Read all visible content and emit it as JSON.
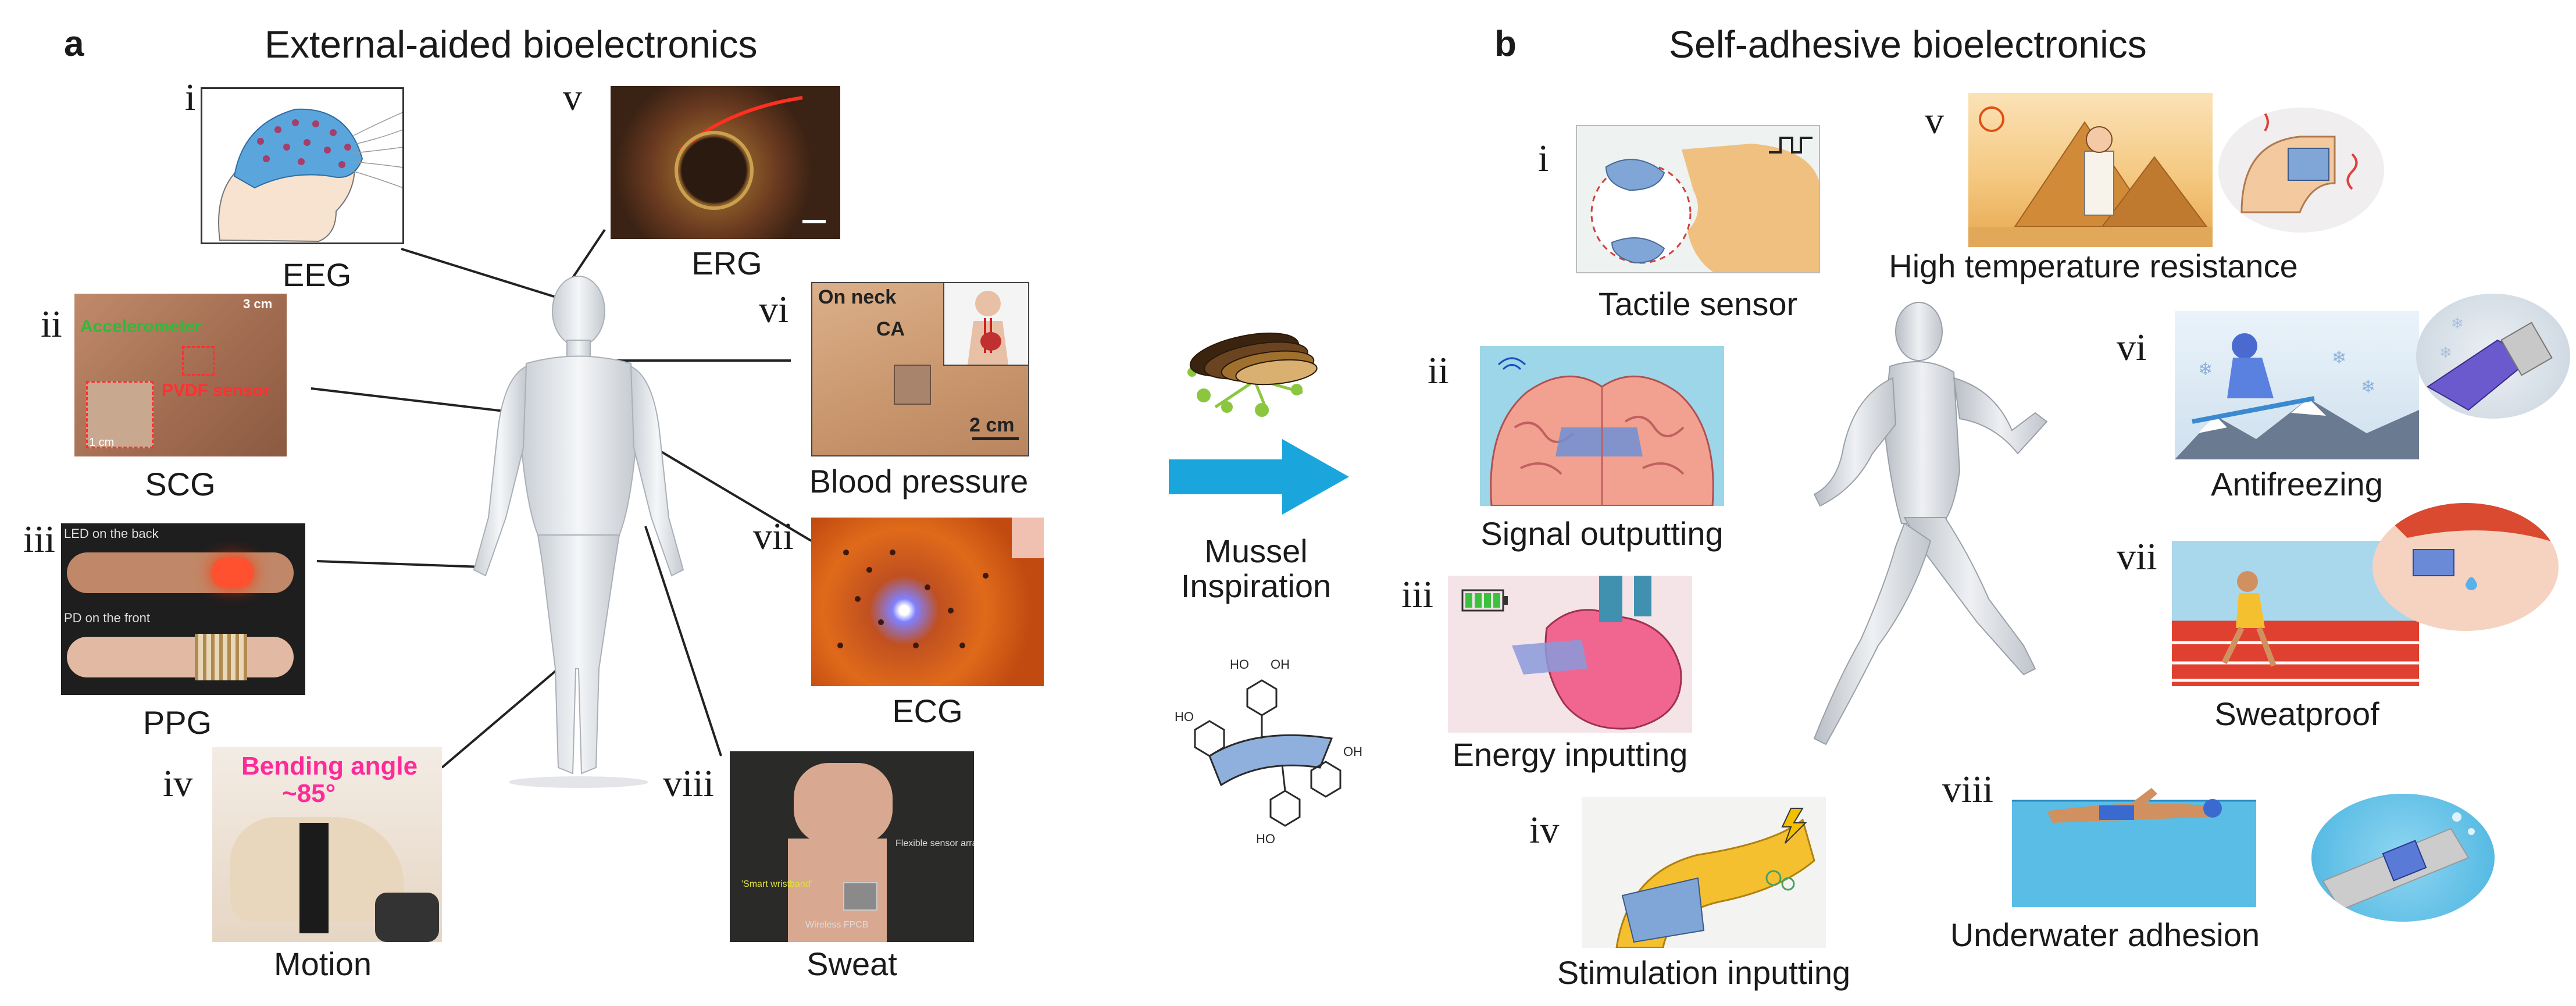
{
  "panel_a": {
    "letter": "a",
    "title": "External-aided bioelectronics",
    "items": [
      {
        "roman": "i",
        "caption": "EEG"
      },
      {
        "roman": "ii",
        "caption": "SCG"
      },
      {
        "roman": "iii",
        "caption": "PPG"
      },
      {
        "roman": "iv",
        "caption": "Motion"
      },
      {
        "roman": "v",
        "caption": "ERG"
      },
      {
        "roman": "vi",
        "caption": "Blood pressure"
      },
      {
        "roman": "vii",
        "caption": "ECG"
      },
      {
        "roman": "viii",
        "caption": "Sweat"
      }
    ],
    "scg_labels": {
      "accelerometer": "Accelerometer",
      "pvdf": "PVDF sensor",
      "scale1": "3 cm",
      "scale2": "1 cm"
    },
    "ppg_labels": {
      "led": "LED on the back",
      "pd": "PD on the front"
    },
    "bp_labels": {
      "neck": "On neck",
      "ca": "CA",
      "scale": "2 cm"
    },
    "motion_labels": {
      "line1": "Bending angle",
      "line2": "~85°"
    },
    "sweat_labels": {
      "a": "Flexible sensor array",
      "b": "'Smart wristband'",
      "c": "Wireless FPCB"
    }
  },
  "center": {
    "caption_line1": "Mussel",
    "caption_line2": "Inspiration"
  },
  "panel_b": {
    "letter": "b",
    "title": "Self-adhesive bioelectronics",
    "items": [
      {
        "roman": "i",
        "caption": "Tactile sensor"
      },
      {
        "roman": "ii",
        "caption": "Signal outputting"
      },
      {
        "roman": "iii",
        "caption": "Energy inputting"
      },
      {
        "roman": "iv",
        "caption": "Stimulation inputting"
      },
      {
        "roman": "v",
        "caption": "High temperature resistance"
      },
      {
        "roman": "vi",
        "caption": "Antifreezing"
      },
      {
        "roman": "vii",
        "caption": "Sweatproof"
      },
      {
        "roman": "viii",
        "caption": "Underwater adhesion"
      }
    ],
    "ho": "HO",
    "oh": "OH"
  },
  "colors": {
    "arrow": "#1aa6dc",
    "skin": "#f1c9a0",
    "adhesive": "#7fa6d6",
    "mussel_brown": "#5a3a1c",
    "mussel_green": "#8cc63f"
  }
}
